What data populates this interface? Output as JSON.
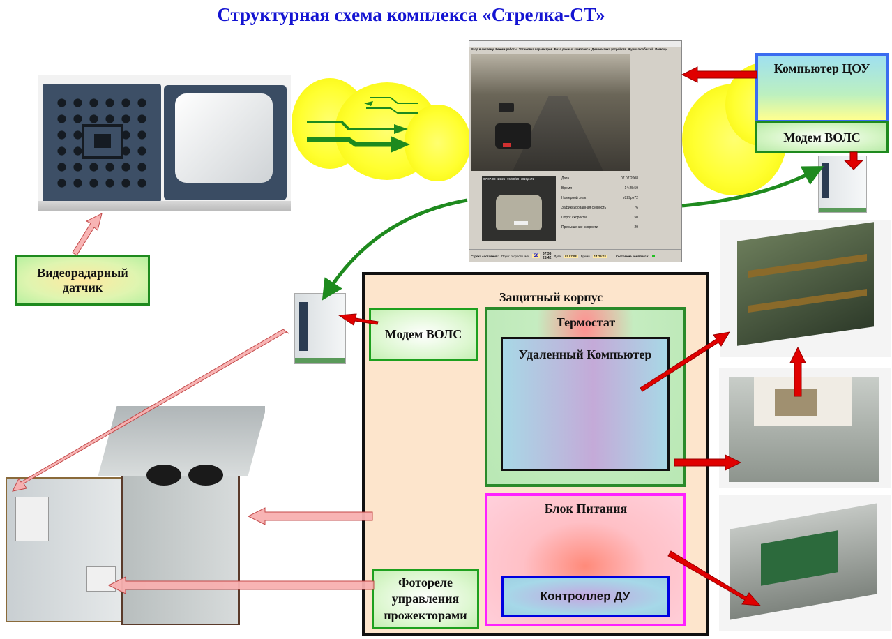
{
  "title": "Структурная схема комплекса «Стрелка-СТ»",
  "labels": {
    "computer_cou": "Компьютер ЦОУ",
    "modem_top": "Модем ВОЛС",
    "video_radar": "Видеорадарный датчик",
    "protective_case": "Защитный корпус",
    "modem_inner": "Модем ВОЛС",
    "thermostat": "Термостат",
    "remote_computer": "Удаленный Компьютер",
    "power_unit": "Блок Питания",
    "controller": "Контроллер ДУ",
    "photorelay": "Фотореле управления прожекторами"
  },
  "software": {
    "menu": [
      "Вход в систему",
      "Режим работы",
      "Установка параметров",
      "База данных комплекса",
      "Диагностика устройств",
      "Журнал событий",
      "Помощь"
    ],
    "status_label": "Строка состояний:",
    "speed_threshold_label": "Порог скорости км/ч",
    "speed_threshold_value": "50",
    "lat_value": "67,36",
    "lon_value": "28,42",
    "date_label": "Дата",
    "date_value": "07.07.08",
    "time_label": "Время",
    "time_value": "14:29:03",
    "complex_state_label": "Состояние комплекса:",
    "info_rows": [
      [
        "Дата",
        "07.07.2008"
      ],
      [
        "Время",
        "14:25:59"
      ],
      [
        "Номерной знак",
        "г829рн72"
      ],
      [
        "Зафиксированная скорость",
        "76"
      ],
      [
        "Порог скорости",
        "50"
      ],
      [
        "Превышение скорости",
        "29"
      ]
    ],
    "snapshot_header": [
      "07.07.08",
      "14:25",
      "76/50/29",
      "г819рн72"
    ]
  },
  "colors": {
    "title": "#1414d2",
    "arrow_red": "#e00000",
    "arrow_green": "#1e8a1e",
    "case_fill": "#fde5cc",
    "green_border": "#1ea01e",
    "magenta_border": "#ff00ff",
    "blue_border": "#0000e0"
  }
}
